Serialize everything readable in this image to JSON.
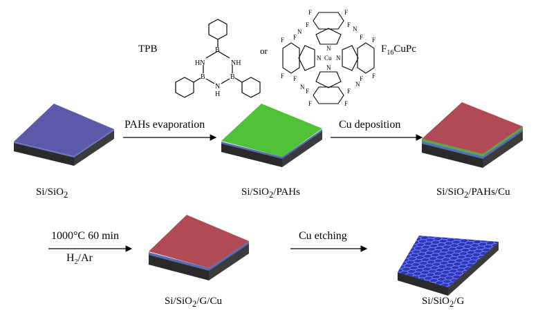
{
  "molecules": {
    "tpb": {
      "name": "TPB",
      "atoms": {
        "b_top": "B",
        "b_left": "B",
        "b_right": "B",
        "nh_left": "HN",
        "nh_right": "NH",
        "n_bottom": "N",
        "h_bottom": "H"
      }
    },
    "or_text": "or",
    "pc": {
      "name_pre": "F",
      "name_sub": "16",
      "name_post": "CuPc",
      "fluorine": "F",
      "nitrogen": "N",
      "copper": "Cu"
    }
  },
  "steps": {
    "step1": "PAHs evaporation",
    "step2": "Cu deposition",
    "step3_line1": "1000°C 60 min",
    "step3_line2_pre": "H",
    "step3_line2_sub": "2",
    "step3_line2_post": "/Ar",
    "step4": "Cu etching"
  },
  "samples": {
    "s1": {
      "pre": "Si/SiO",
      "sub": "2",
      "post": ""
    },
    "s2": {
      "pre": "Si/SiO",
      "sub": "2",
      "post": "/PAHs"
    },
    "s3": {
      "pre": "Si/SiO",
      "sub": "2",
      "post": "/PAHs/Cu"
    },
    "s4": {
      "pre": "Si/SiO",
      "sub": "2",
      "post": "/G/Cu"
    },
    "s5": {
      "pre": "Si/SiO",
      "sub": "2",
      "post": "/G"
    }
  },
  "colors": {
    "sio2_top": "#5a5aa8",
    "pah_top": "#4fc23a",
    "cu_top": "#b04a55",
    "graphene_top": "#2d36b8",
    "graphene_line": "#7a86ff",
    "substrate_dark": "#2e2e2e",
    "sio2_edge": "#5a6cb0"
  }
}
